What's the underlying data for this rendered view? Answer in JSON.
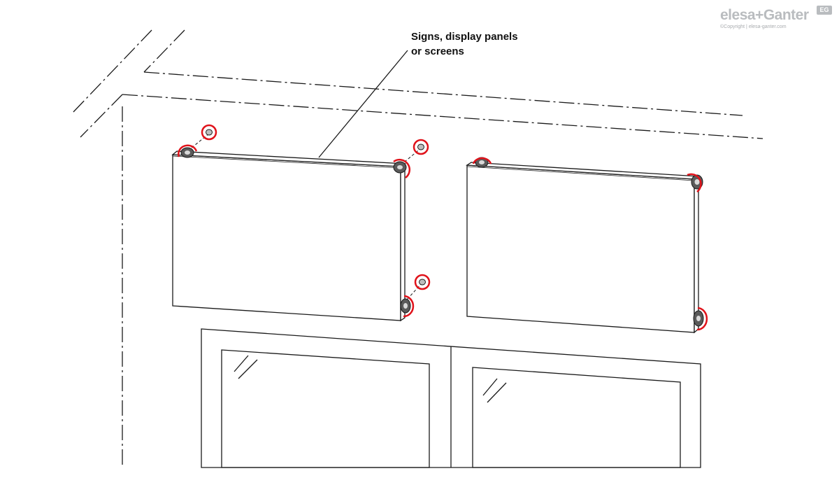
{
  "callout": {
    "line1": "Signs, display panels",
    "line2": "or screens"
  },
  "logo": {
    "wordmark": "elesa+Ganter",
    "badge": "EG",
    "copyright": "©Copyright | elesa-ganter.com"
  },
  "colors": {
    "line": "#1a1a1a",
    "highlight": "#e0121a",
    "logo_gray": "#b9bcbf"
  },
  "icons": [
    "mounting-standoff-icon",
    "fixing-screw-icon"
  ]
}
